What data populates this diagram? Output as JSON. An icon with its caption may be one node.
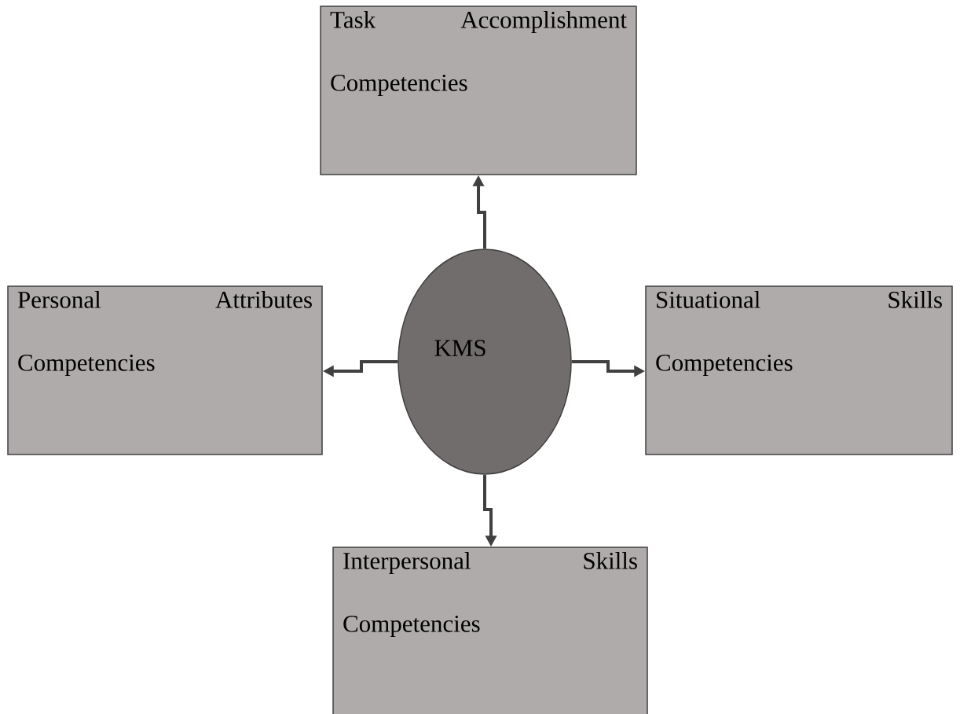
{
  "diagram": {
    "nodes": [
      {
        "text": [
          "Task Accomplishment Competencies"
        ]
      },
      {
        "text": [
          "Personal Attributes Competencies"
        ]
      },
      {
        "text": [
          "KMS"
        ]
      },
      {
        "text": [
          "Situational Skills Competencies"
        ]
      },
      {
        "text": [
          "Interpersonal Skills Competencies"
        ]
      }
    ],
    "edges": [
      {
        "from": 2,
        "to": 0,
        "arrow": "to"
      },
      {
        "from": 2,
        "to": 1,
        "arrow": "to"
      },
      {
        "from": 2,
        "to": 3,
        "arrow": "to"
      },
      {
        "from": 2,
        "to": 4,
        "arrow": "to"
      }
    ]
  }
}
